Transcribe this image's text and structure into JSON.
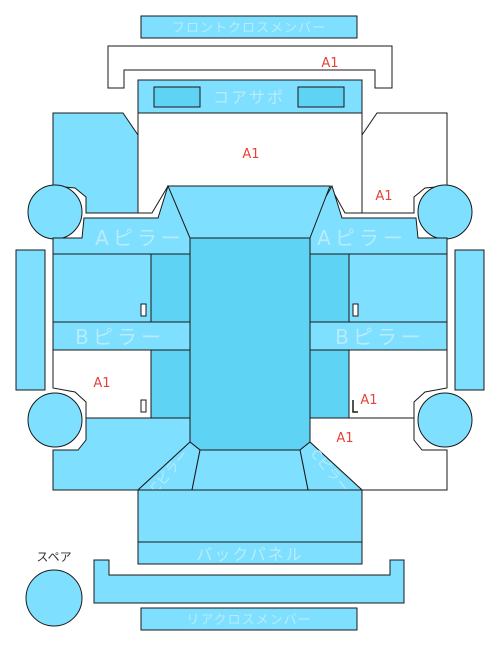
{
  "parts": {
    "front_cross_member": "フロントクロスメンバー",
    "core_support": "コアサポ",
    "a_pillar_left": "Aピラー",
    "a_pillar_right": "Aピラー",
    "b_pillar_left": "Bピラー",
    "b_pillar_right": "Bピラー",
    "back_panel": "バックパネル",
    "rear_cross_member": "リアクロスメンバー",
    "pillar_c_left": "Cピラー",
    "pillar_c_right": "Cピラー",
    "spare": "スペア"
  },
  "marks": {
    "front_cross_member": "A1",
    "hood_area": "A1",
    "right_front_fender": "A1",
    "left_rear_door": "A1",
    "right_rear_door": "A1",
    "right_quarter": "A1"
  },
  "colors": {
    "part_fill": "#7fdfff",
    "part_fill_dark": "#5fd3f3",
    "label_text": "#b7ecfb",
    "damage_mark": "#e8413b"
  }
}
